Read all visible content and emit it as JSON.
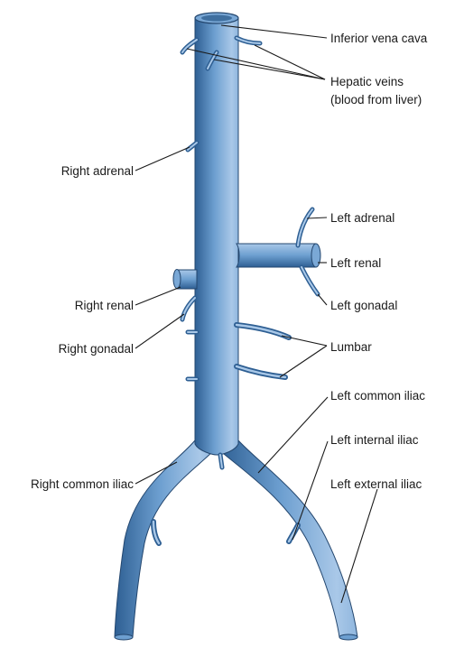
{
  "labels": {
    "inferior_vena_cava": "Inferior vena cava",
    "hepatic_veins_line1": "Hepatic veins",
    "hepatic_veins_line2": "(blood from liver)",
    "right_adrenal": "Right adrenal",
    "left_adrenal": "Left adrenal",
    "left_renal": "Left renal",
    "right_renal": "Right renal",
    "left_gonadal": "Left gonadal",
    "right_gonadal": "Right gonadal",
    "lumbar": "Lumbar",
    "left_common_iliac": "Left common iliac",
    "left_internal_iliac": "Left internal iliac",
    "right_common_iliac": "Right common iliac",
    "left_external_iliac": "Left external iliac"
  },
  "colors": {
    "vessel_light": "#a9c8e8",
    "vessel_mid": "#6d9fd0",
    "vessel_dark": "#2e5f93",
    "outline": "#24476f",
    "text": "#1a1a1a"
  }
}
